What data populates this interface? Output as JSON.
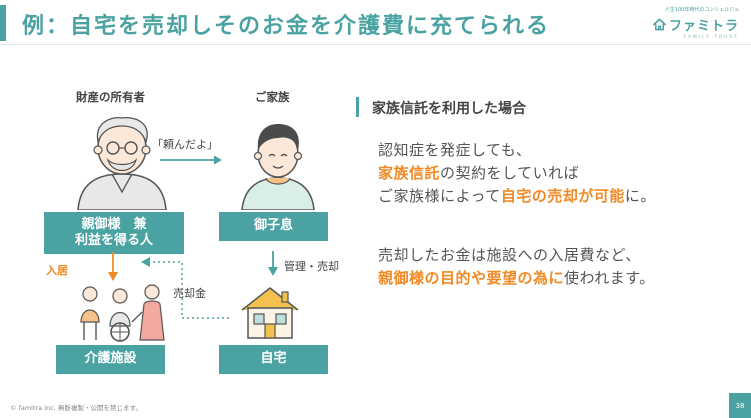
{
  "slide": {
    "title": "例：自宅を売却しそのお金を介護費に充てられる",
    "page_number": "38",
    "copyright": "© famitra Inc. 無断複製・公開を禁じます。"
  },
  "logo": {
    "tagline": "人生100年時代のコンシェルジュ",
    "name": "ファミトラ",
    "sub": "FAMILY TRUST"
  },
  "diagram": {
    "owner_label": "財産の所有者",
    "family_label": "ご家族",
    "request_quote": "「頼んだよ」",
    "parent_box_line1": "親御様　兼",
    "parent_box_line2": "利益を得る人",
    "son_box": "御子息",
    "move_in_label": "入居",
    "sale_proceeds_label": "売却金",
    "manage_sell_label": "管理・売却",
    "facility_box": "介護施設",
    "home_box": "自宅"
  },
  "content": {
    "heading": "家族信託を利用した場合",
    "p1_line1": "認知症を発症しても、",
    "p1_line2_hl": "家族信託",
    "p1_line2_rest": "の契約をしていれば",
    "p1_line3_pre": "ご家族様によって",
    "p1_line3_hl": "自宅の売却が可能",
    "p1_line3_post": "に。",
    "p2_line1": "売却したお金は施設への入居費など、",
    "p2_line2_hl": "親御様の目的や要望の為に",
    "p2_line2_rest": "使われます。"
  },
  "colors": {
    "teal": "#4aa3a2",
    "orange": "#f08a24",
    "text": "#4a4a4a"
  }
}
